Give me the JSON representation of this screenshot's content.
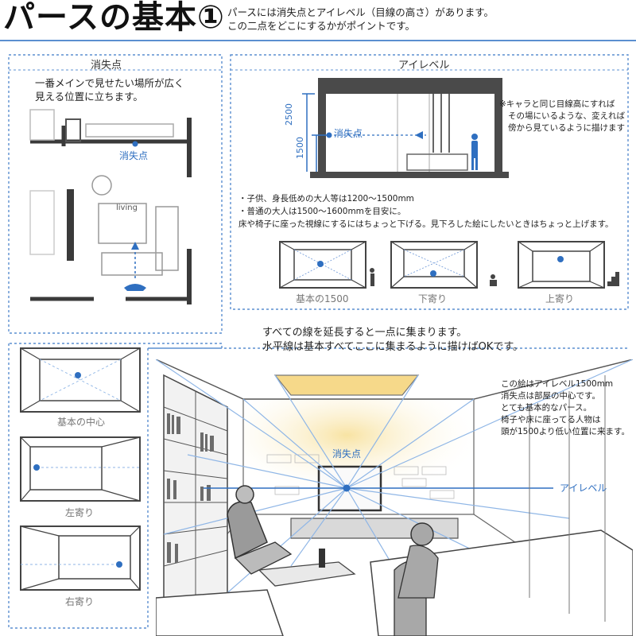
{
  "header": {
    "title": "パースの基本①",
    "intro_line1": "パースには消失点とアイレベル（目線の高さ）があります。",
    "intro_line2": "この二点をどこにするかがポイントです。"
  },
  "vanishing_panel": {
    "label": "消失点",
    "text_line1": "一番メインで見せたい場所が広く",
    "text_line2": "見える位置に立ちます。",
    "vp_label": "消失点",
    "room_label": "living"
  },
  "eyelevel_panel": {
    "label": "アイレベル",
    "dim_2500": "2500",
    "dim_1500": "1500",
    "vp_label": "消失点",
    "note_line1": "※キャラと同じ目線高にすれば",
    "note_line2": "その場にいるような、変えれば",
    "note_line3": "傍から見ているように描けます",
    "bullet1": "・子供、身長低めの大人等は1200～1500mm",
    "bullet2": "・普通の大人は1500～1600mmを目安に。",
    "bullet3": "床や椅子に座った視線にするにはちょっと下げる。見下ろした絵にしたいときはちょっと上げます。",
    "captions": [
      "基本の1500",
      "下寄り",
      "上寄り"
    ]
  },
  "left_boxes": {
    "captions": [
      "基本の中心",
      "左寄り",
      "右寄り"
    ]
  },
  "illustration": {
    "headline1": "すべての線を延長すると一点に集まります。",
    "headline2": "水平線は基本すべてここに集まるように描けばOKです。",
    "vp_label": "消失点",
    "eyelevel_label": "アイレベル",
    "note_line1": "この絵はアイレベル1500mm",
    "note_line2": "消失点は部屋の中心です。",
    "note_line3": "とても基本的なパース。",
    "note_line4": "椅子や床に座ってる人物は",
    "note_line5": "頭が1500より低い位置に来ます。"
  },
  "colors": {
    "accent": "#2f6fc0",
    "dashed_border": "#5b8fd0",
    "guide_line": "#8fb6e6",
    "wall": "#3a3a3a",
    "warm_light": "#f6d98a"
  }
}
